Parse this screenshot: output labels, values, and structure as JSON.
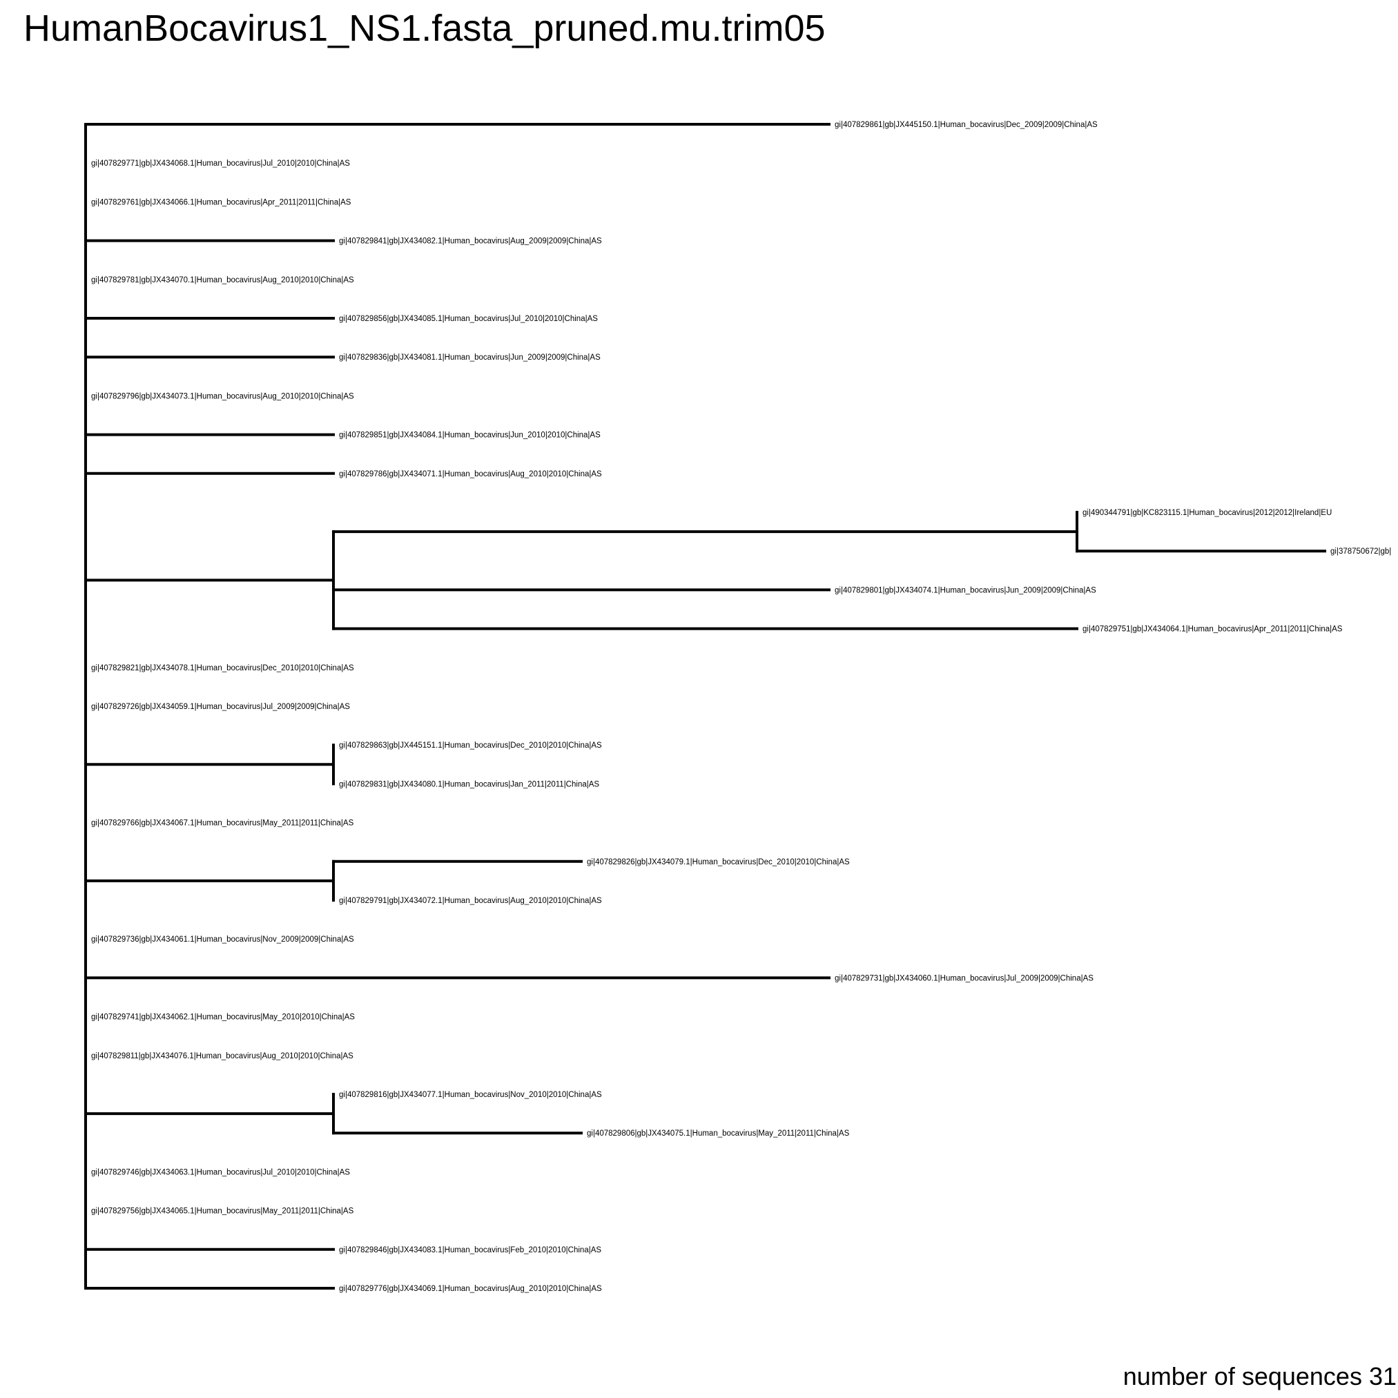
{
  "title": "HumanBocavirus1_NS1.fasta_pruned.mu.trim05",
  "footer": "number of sequences 31",
  "tree": {
    "tips": [
      {
        "label": "gi|407829861|gb|JX445150.1|Human_bocavirus|Dec_2009|2009|China|AS",
        "parent": "root",
        "depth": 3
      },
      {
        "label": "gi|407829771|gb|JX434068.1|Human_bocavirus|Jul_2010|2010|China|AS",
        "parent": "root",
        "depth": 0
      },
      {
        "label": "gi|407829761|gb|JX434066.1|Human_bocavirus|Apr_2011|2011|China|AS",
        "parent": "root",
        "depth": 0
      },
      {
        "label": "gi|407829841|gb|JX434082.1|Human_bocavirus|Aug_2009|2009|China|AS",
        "parent": "root",
        "depth": 1
      },
      {
        "label": "gi|407829781|gb|JX434070.1|Human_bocavirus|Aug_2010|2010|China|AS",
        "parent": "root",
        "depth": 0
      },
      {
        "label": "gi|407829856|gb|JX434085.1|Human_bocavirus|Jul_2010|2010|China|AS",
        "parent": "root",
        "depth": 1
      },
      {
        "label": "gi|407829836|gb|JX434081.1|Human_bocavirus|Jun_2009|2009|China|AS",
        "parent": "root",
        "depth": 1
      },
      {
        "label": "gi|407829796|gb|JX434073.1|Human_bocavirus|Aug_2010|2010|China|AS",
        "parent": "root",
        "depth": 0
      },
      {
        "label": "gi|407829851|gb|JX434084.1|Human_bocavirus|Jun_2010|2010|China|AS",
        "parent": "root",
        "depth": 1
      },
      {
        "label": "gi|407829786|gb|JX434071.1|Human_bocavirus|Aug_2010|2010|China|AS",
        "parent": "root",
        "depth": 1
      },
      {
        "label": "gi|490344791|gb|KC823115.1|Human_bocavirus|2012|2012|Ireland|EU",
        "parent": "C2",
        "depth": 4
      },
      {
        "label": "gi|378750672|gb|",
        "parent": "C2",
        "depth": 5
      },
      {
        "label": "gi|407829801|gb|JX434074.1|Human_bocavirus|Jun_2009|2009|China|AS",
        "parent": "C1",
        "depth": 3
      },
      {
        "label": "gi|407829751|gb|JX434064.1|Human_bocavirus|Apr_2011|2011|China|AS",
        "parent": "C1",
        "depth": 4
      },
      {
        "label": "gi|407829821|gb|JX434078.1|Human_bocavirus|Dec_2010|2010|China|AS",
        "parent": "root",
        "depth": 0
      },
      {
        "label": "gi|407829726|gb|JX434059.1|Human_bocavirus|Jul_2009|2009|China|AS",
        "parent": "root",
        "depth": 0
      },
      {
        "label": "gi|407829863|gb|JX445151.1|Human_bocavirus|Dec_2010|2010|China|AS",
        "parent": "C3",
        "depth": 1
      },
      {
        "label": "gi|407829831|gb|JX434080.1|Human_bocavirus|Jan_2011|2011|China|AS",
        "parent": "C3",
        "depth": 1
      },
      {
        "label": "gi|407829766|gb|JX434067.1|Human_bocavirus|May_2011|2011|China|AS",
        "parent": "root",
        "depth": 0
      },
      {
        "label": "gi|407829826|gb|JX434079.1|Human_bocavirus|Dec_2010|2010|China|AS",
        "parent": "C4",
        "depth": 2
      },
      {
        "label": "gi|407829791|gb|JX434072.1|Human_bocavirus|Aug_2010|2010|China|AS",
        "parent": "C4",
        "depth": 1
      },
      {
        "label": "gi|407829736|gb|JX434061.1|Human_bocavirus|Nov_2009|2009|China|AS",
        "parent": "root",
        "depth": 0
      },
      {
        "label": "gi|407829731|gb|JX434060.1|Human_bocavirus|Jul_2009|2009|China|AS",
        "parent": "root",
        "depth": 3
      },
      {
        "label": "gi|407829741|gb|JX434062.1|Human_bocavirus|May_2010|2010|China|AS",
        "parent": "root",
        "depth": 0
      },
      {
        "label": "gi|407829811|gb|JX434076.1|Human_bocavirus|Aug_2010|2010|China|AS",
        "parent": "root",
        "depth": 0
      },
      {
        "label": "gi|407829816|gb|JX434077.1|Human_bocavirus|Nov_2010|2010|China|AS",
        "parent": "C5",
        "depth": 1
      },
      {
        "label": "gi|407829806|gb|JX434075.1|Human_bocavirus|May_2011|2011|China|AS",
        "parent": "C5",
        "depth": 2
      },
      {
        "label": "gi|407829746|gb|JX434063.1|Human_bocavirus|Jul_2010|2010|China|AS",
        "parent": "root",
        "depth": 0
      },
      {
        "label": "gi|407829756|gb|JX434065.1|Human_bocavirus|May_2011|2011|China|AS",
        "parent": "root",
        "depth": 0
      },
      {
        "label": "gi|407829846|gb|JX434083.1|Human_bocavirus|Feb_2010|2010|China|AS",
        "parent": "root",
        "depth": 1
      },
      {
        "label": "gi|407829776|gb|JX434069.1|Human_bocavirus|Aug_2010|2010|China|AS",
        "parent": "root",
        "depth": 1
      }
    ],
    "clades": [
      {
        "id": "C1",
        "parent": "root",
        "depth": 1
      },
      {
        "id": "C2",
        "parent": "C1",
        "depth": 4
      },
      {
        "id": "C3",
        "parent": "root",
        "depth": 1
      },
      {
        "id": "C4",
        "parent": "root",
        "depth": 1
      },
      {
        "id": "C5",
        "parent": "root",
        "depth": 1
      }
    ]
  }
}
